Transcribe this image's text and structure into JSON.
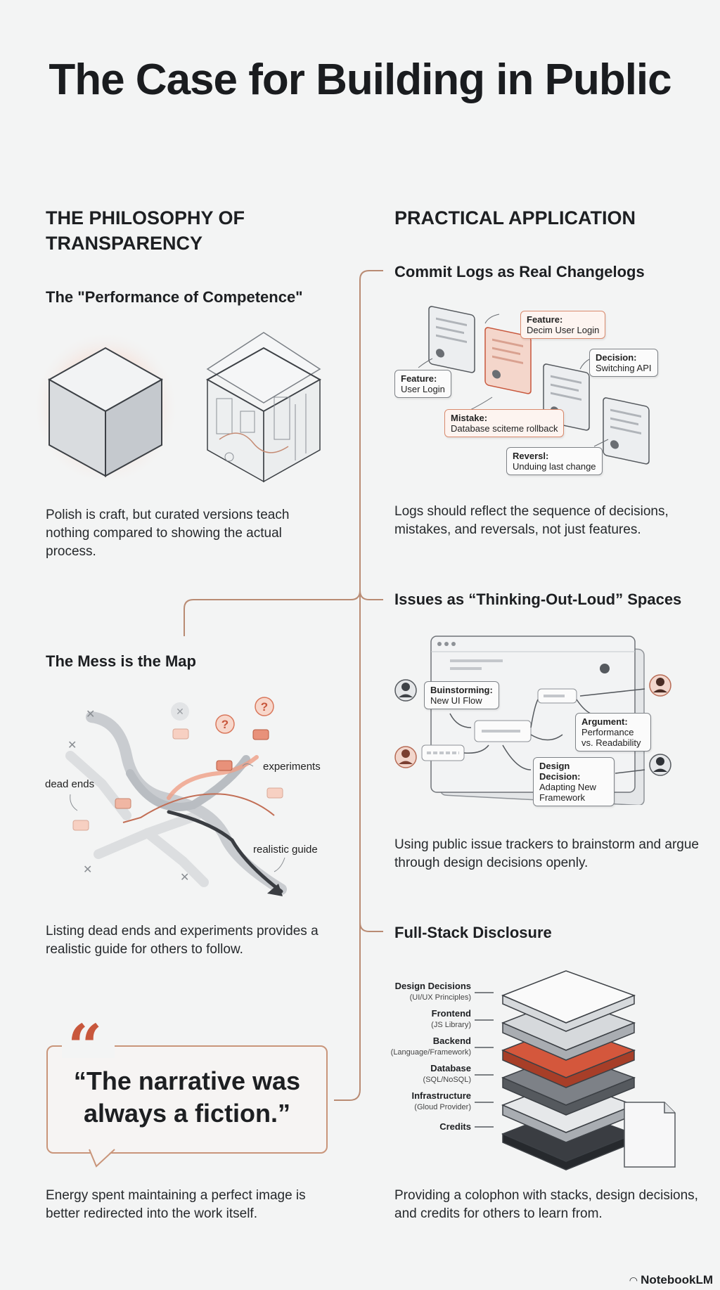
{
  "title": "The Case for Building in Public",
  "left": {
    "heading": "THE PHILOSOPHY OF TRANSPARENCY",
    "sections": [
      {
        "title": "The \"Performance of Competence\"",
        "text": "Polish is craft, but curated versions teach nothing compared to showing the actual process."
      },
      {
        "title": "The Mess is the Map",
        "labels": {
          "dead_ends": "dead ends",
          "experiments": "experiments",
          "realistic_guide": "realistic guide"
        },
        "text": "Listing dead ends and experiments provides a realistic guide for others to follow."
      }
    ],
    "quote": {
      "text": "“The narrative was always a fiction.”",
      "caption": "Energy spent maintaining a perfect image is better redirected into the work itself."
    }
  },
  "right": {
    "heading": "PRACTICAL APPLICATION",
    "sections": [
      {
        "title": "Commit Logs as Real Changelogs",
        "cards": [
          {
            "label": "Feature:",
            "value": "Decim User Login"
          },
          {
            "label": "Decision:",
            "value": "Switching API"
          },
          {
            "label": "Feature:",
            "value": "User Login"
          },
          {
            "label": "Mistake:",
            "value": "Database sciteme rollback"
          },
          {
            "label": "Reversl:",
            "value": "Unduing last change"
          }
        ],
        "text": "Logs should reflect the sequence of decisions, mistakes, and reversals, not just features."
      },
      {
        "title": "Issues as “Thinking-Out-Loud” Spaces",
        "cards": [
          {
            "label": "Buinstorming:",
            "value": "New UI Flow"
          },
          {
            "label": "Argument:",
            "value": "Performance vs. Readability"
          },
          {
            "label": "Design Decision:",
            "value": "Adapting New Framework"
          }
        ],
        "text": "Using public issue trackers to brainstorm and argue through design decisions openly."
      },
      {
        "title": "Full-Stack Disclosure",
        "stack": [
          {
            "label": "Design Decisions",
            "sub": "(UI/UX Principles)"
          },
          {
            "label": "Frontend",
            "sub": "(JS Library)"
          },
          {
            "label": "Backend",
            "sub": "(Language/Framework)"
          },
          {
            "label": "Database",
            "sub": "(SQL/NoSQL)"
          },
          {
            "label": "Infrastructure",
            "sub": "(Gloud Provider)"
          },
          {
            "label": "Credits",
            "sub": ""
          }
        ],
        "text": "Providing a colophon with stacks, design decisions, and credits for others to learn from."
      }
    ]
  },
  "brand": "NotebookLM",
  "colors": {
    "accent": "#c8573c",
    "connector": "#b98b73",
    "text": "#1d1f22",
    "background": "#f3f4f4"
  }
}
